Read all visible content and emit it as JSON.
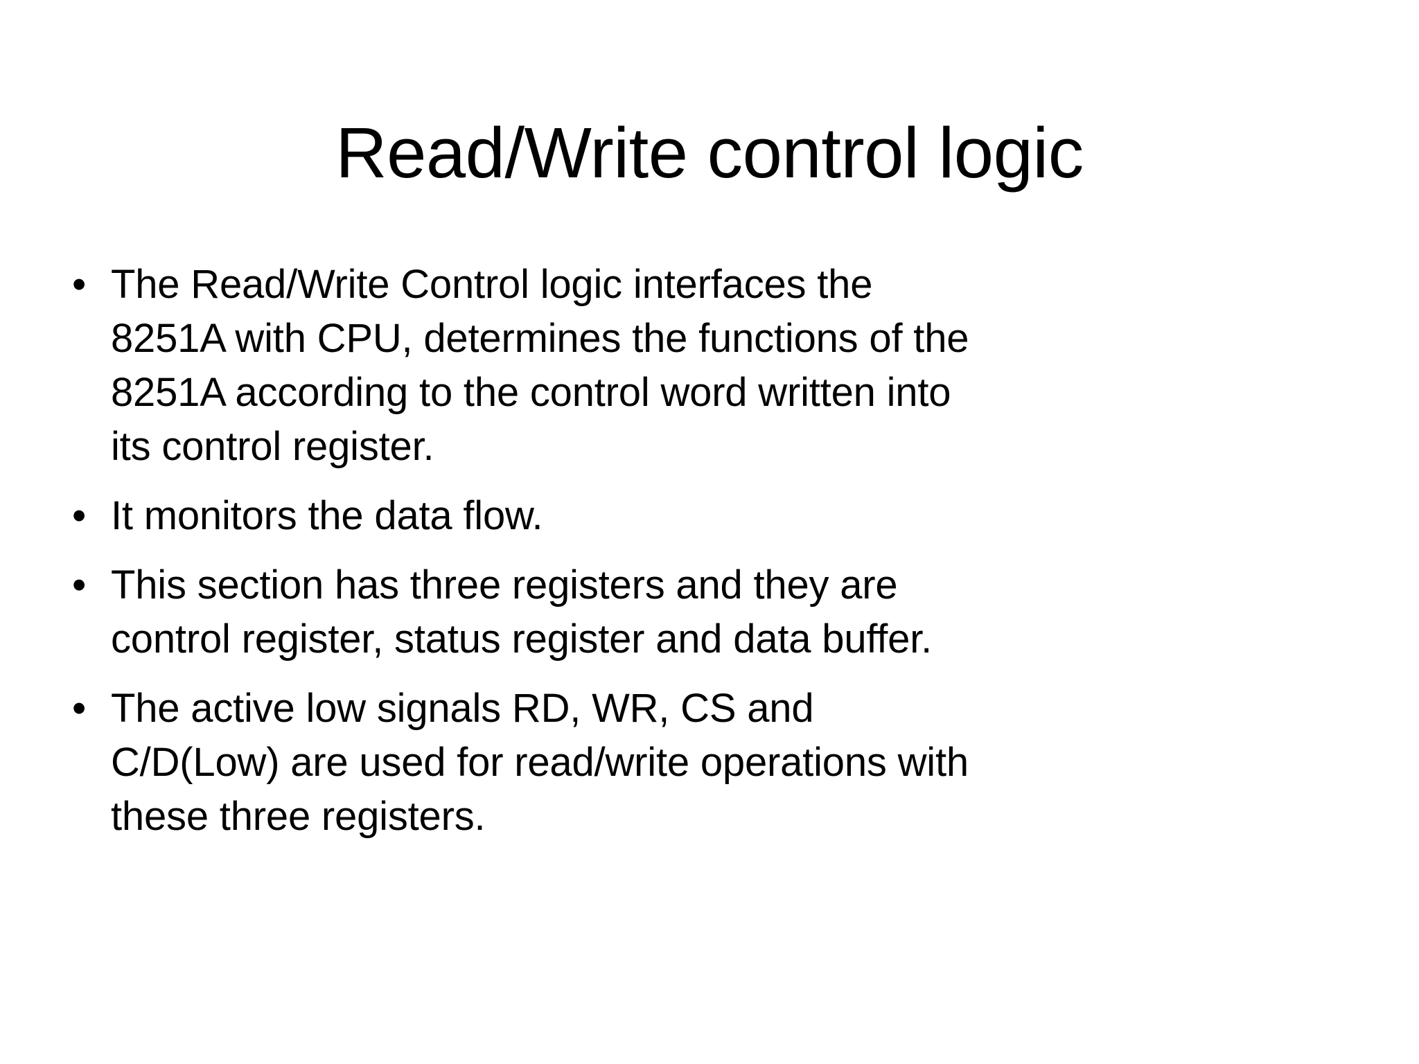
{
  "slide": {
    "title": "Read/Write control logic",
    "background_color": "#ffffff",
    "text_color": "#000000",
    "bullet_glyph": "•",
    "bullets": [
      {
        "text": "The Read/Write Control logic interfaces the 8251A with CPU, determines the functions of the 8251A according to the control word written into its control register.",
        "lines": [
          "The Read/Write Control logic interfaces the",
          "8251A with CPU, determines the functions of the",
          "8251A according to the control word written into",
          "its control register."
        ]
      },
      {
        "text": "It monitors the data flow.",
        "lines": [
          "It monitors the data flow."
        ]
      },
      {
        "text": "This section has three registers and they are control register, status register and data buffer.",
        "lines": [
          "This section has three registers and they are",
          "control register, status register and data buffer."
        ]
      },
      {
        "text": "The active low signals RD, WR, CS and C/D(Low) are used for read/write operations with these three registers.",
        "lines": [
          "The active low signals RD, WR, CS and",
          "C/D(Low) are used for read/write operations with",
          "these three registers."
        ]
      }
    ]
  }
}
